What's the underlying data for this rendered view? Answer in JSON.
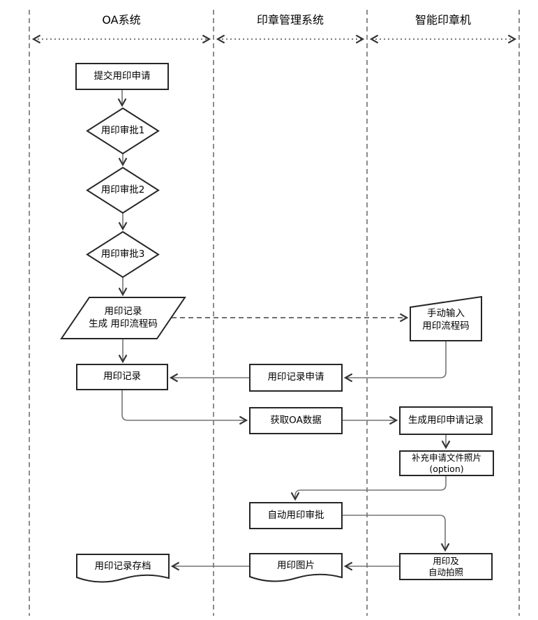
{
  "lanes": [
    {
      "label": "OA系统"
    },
    {
      "label": "印章管理系统"
    },
    {
      "label": "智能印章机"
    }
  ],
  "nodes": {
    "submit": {
      "label": "提交用印申请"
    },
    "approve1": {
      "label": "用印审批1"
    },
    "approve2": {
      "label": "用印审批2"
    },
    "approve3": {
      "label": "用印审批3"
    },
    "record_gen": {
      "line1": "用印记录",
      "line2": "生成 用印流程码"
    },
    "record": {
      "label": "用印记录"
    },
    "manual_input": {
      "line1": "手动输入",
      "line2": "用印流程码"
    },
    "record_request": {
      "label": "用印记录申请"
    },
    "fetch_oa": {
      "label": "获取OA数据"
    },
    "gen_request_record": {
      "label": "生成用印申请记录"
    },
    "supplement_photo": {
      "line1": "补充申请文件照片",
      "line2": "(option)"
    },
    "auto_approve": {
      "label": "自动用印审批"
    },
    "stamp_and_photo": {
      "line1": "用印及",
      "line2": "自动拍照"
    },
    "stamp_image": {
      "label": "用印图片"
    },
    "archive": {
      "label": "用印记录存档"
    }
  },
  "colors": {
    "background": "#ffffff",
    "shape_border": "#262626",
    "shape_fill": "#ffffff",
    "connector": "#757575",
    "arrowhead": "#333333",
    "dashed_connector": "#404040",
    "lane_divider": "#8c8c8c",
    "text": "#000000"
  }
}
